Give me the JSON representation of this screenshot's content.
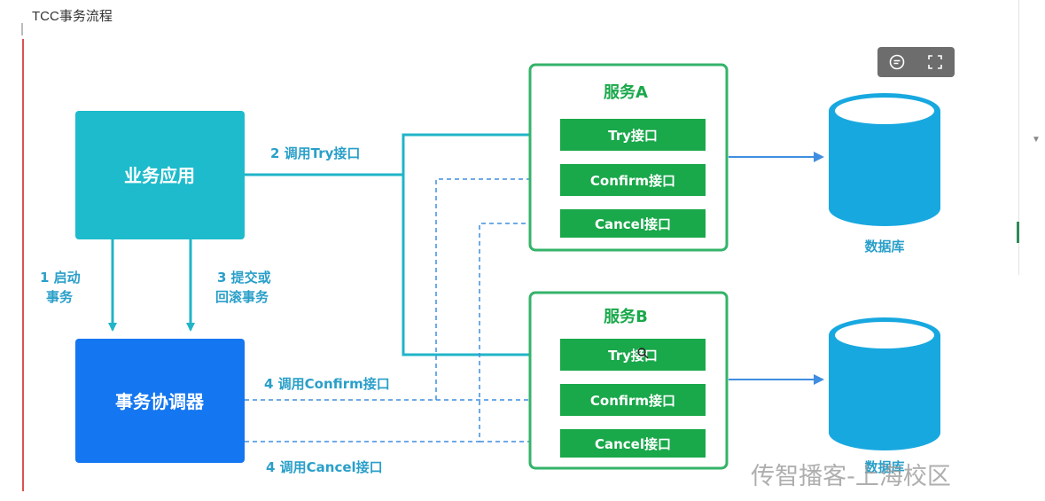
{
  "caption": "TCC事务流程",
  "nodes": {
    "business_app": "业务应用",
    "coordinator": "事务协调器",
    "service_a": "服务A",
    "service_b": "服务B",
    "try_api": "Try接口",
    "confirm_api": "Confirm接口",
    "cancel_api": "Cancel接口",
    "database": "数据库"
  },
  "edges": {
    "start_tx_line1": "1 启动",
    "start_tx_line2": "事务",
    "commit_line1": "3 提交或",
    "commit_line2": "回滚事务",
    "call_try": "2 调用Try接口",
    "call_confirm": "4 调用Confirm接口",
    "call_cancel": "4 调用Cancel接口"
  },
  "watermark": "传智播客-上海校区",
  "colors": {
    "teal": "#1dbbcb",
    "blue": "#1476f0",
    "green": "#19a84a",
    "green_border": "#34b36a",
    "arrow": "#20b4c8",
    "db": "#18a8e0",
    "label": "#2a9fc9"
  },
  "toolbar": {
    "comment_icon": "comment-icon",
    "fullscreen_icon": "fullscreen-icon"
  }
}
